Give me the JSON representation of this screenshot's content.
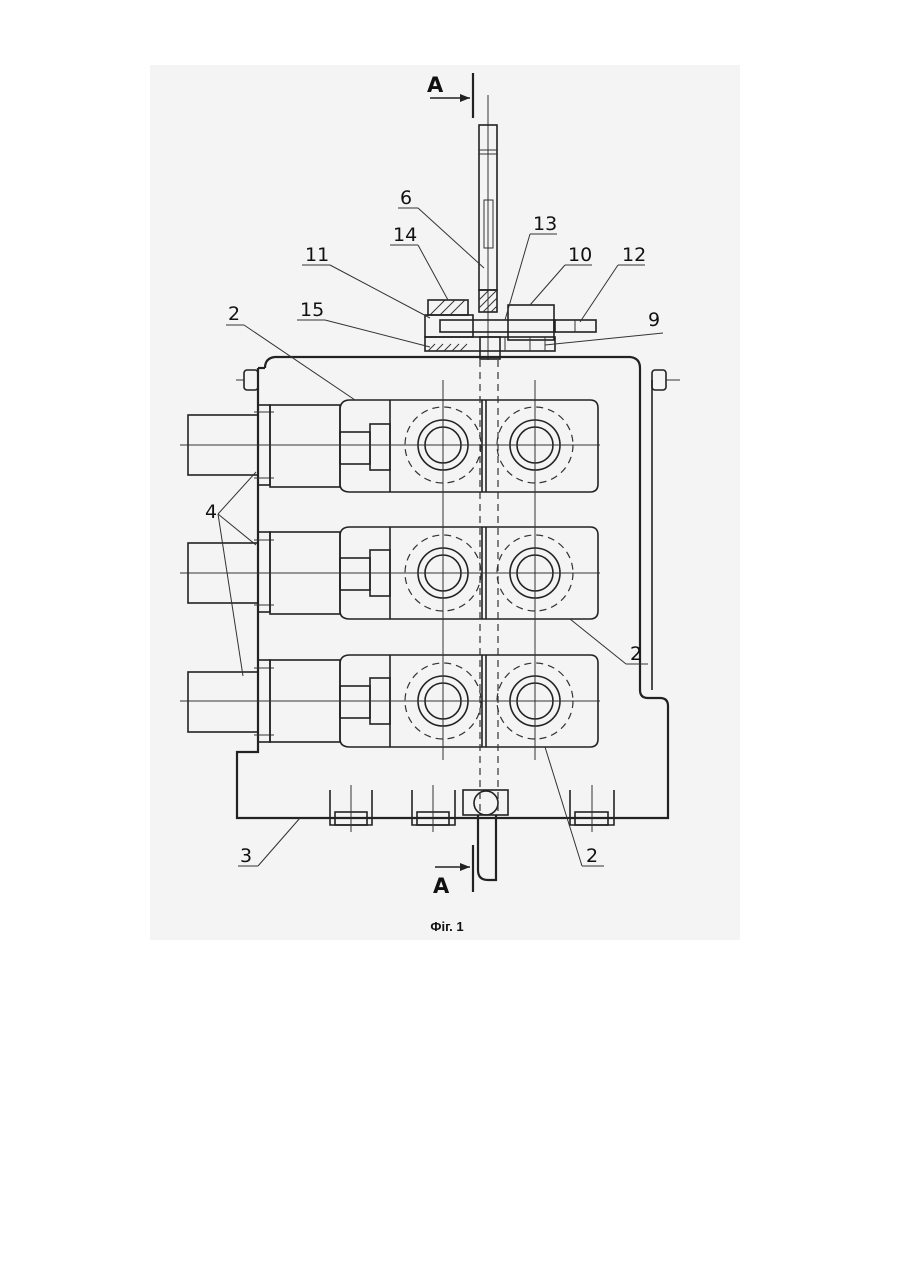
{
  "figure": {
    "caption": "Фіг. 1",
    "section_marks": [
      "А",
      "А"
    ],
    "labels": {
      "l6": "6",
      "l13": "13",
      "l14": "14",
      "l10": "10",
      "l11": "11",
      "l12": "12",
      "l15": "15",
      "l9": "9",
      "l2_top": "2",
      "l4": "4",
      "l2_mid": "2",
      "l2_bot": "2",
      "l3": "3"
    }
  }
}
